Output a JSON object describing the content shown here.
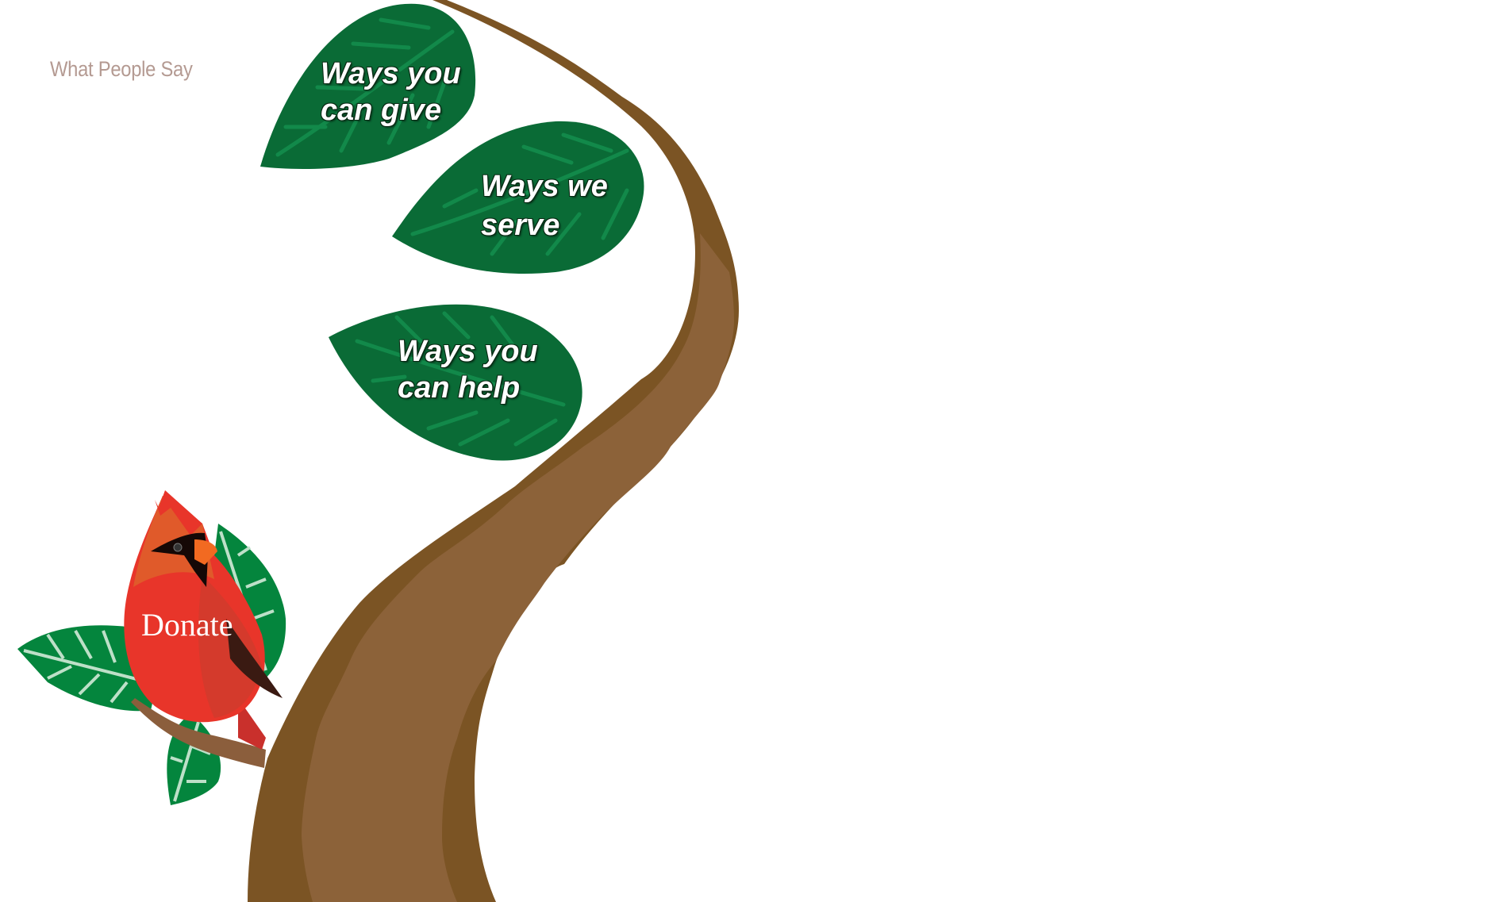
{
  "nav": {
    "what_people_say": "What People Say"
  },
  "leaves": [
    {
      "line1": "Ways you",
      "line2": "can give"
    },
    {
      "line1": "Ways we",
      "line2": "serve"
    },
    {
      "line1": "Ways you",
      "line2": "can help"
    }
  ],
  "cardinal": {
    "donate_label": "Donate"
  },
  "colors": {
    "leaf": "#0a6b36",
    "trunk_dark": "#7b5424",
    "trunk_light": "#8c6239",
    "cardinal": "#e8352a",
    "nav_text": "#b49a92"
  }
}
